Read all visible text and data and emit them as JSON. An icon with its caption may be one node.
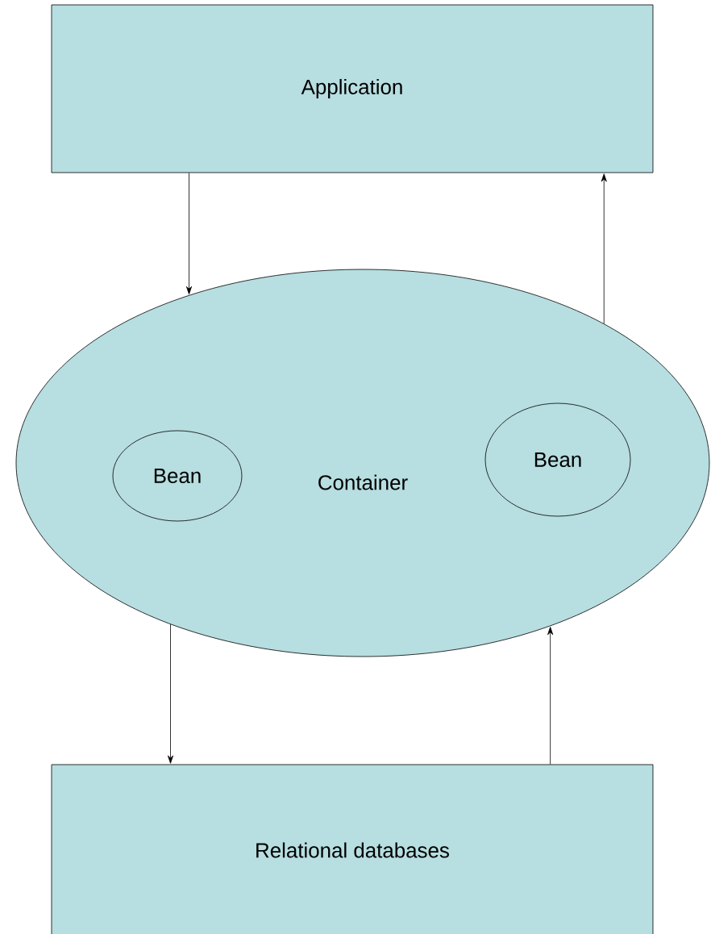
{
  "diagram": {
    "nodes": [
      {
        "text": [
          "Application"
        ]
      },
      {
        "text": [
          "Container"
        ]
      },
      {
        "text": [
          "Bean"
        ],
        "in": 1
      },
      {
        "text": [
          "Bean"
        ],
        "in": 1
      },
      {
        "text": [
          "Relational databases"
        ]
      }
    ],
    "edges": [
      {
        "from": 0,
        "to": 1,
        "arrow": "to"
      },
      {
        "from": 1,
        "to": 0,
        "arrow": "to"
      },
      {
        "from": 1,
        "to": 4,
        "arrow": "to"
      },
      {
        "from": 4,
        "to": 1,
        "arrow": "to"
      }
    ]
  }
}
